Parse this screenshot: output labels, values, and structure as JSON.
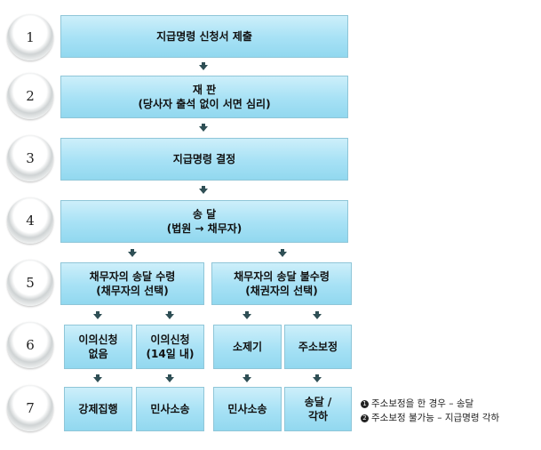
{
  "steps": [
    {
      "num": "1"
    },
    {
      "num": "2"
    },
    {
      "num": "3"
    },
    {
      "num": "4"
    },
    {
      "num": "5"
    },
    {
      "num": "6"
    },
    {
      "num": "7"
    }
  ],
  "boxes": {
    "submit": {
      "line1": "지급명령 신청서 제출"
    },
    "trial": {
      "line1": "재 판",
      "line2": "(당사자 출석 없이 서면 심리)"
    },
    "decision": {
      "line1": "지급명령 결정"
    },
    "delivery": {
      "line1": "송 달",
      "line2": "(법원 → 채무자)"
    },
    "received": {
      "line1": "채무자의 송달 수령",
      "line2": "(채무자의 선택)"
    },
    "not_received": {
      "line1": "채무자의 송달 불수령",
      "line2": "(채권자의 선택)"
    },
    "no_objection": {
      "line1": "이의신청",
      "line2": "없음"
    },
    "objection": {
      "line1": "이의신청",
      "line2": "(14일 내)"
    },
    "lawsuit_filing": {
      "line1": "소제기"
    },
    "address_correction": {
      "line1": "주소보정"
    },
    "compulsory_execution": {
      "line1": "강제집행"
    },
    "civil_suit_a": {
      "line1": "민사소송"
    },
    "civil_suit_b": {
      "line1": "민사소송"
    },
    "delivery_dismiss": {
      "line1": "송달 /",
      "line2": "각하"
    }
  },
  "notes": [
    {
      "mark": "1",
      "text": "주소보정을 한 경우 – 송달"
    },
    {
      "mark": "2",
      "text": "주소보정 불가능 – 지급명령 각하"
    }
  ]
}
